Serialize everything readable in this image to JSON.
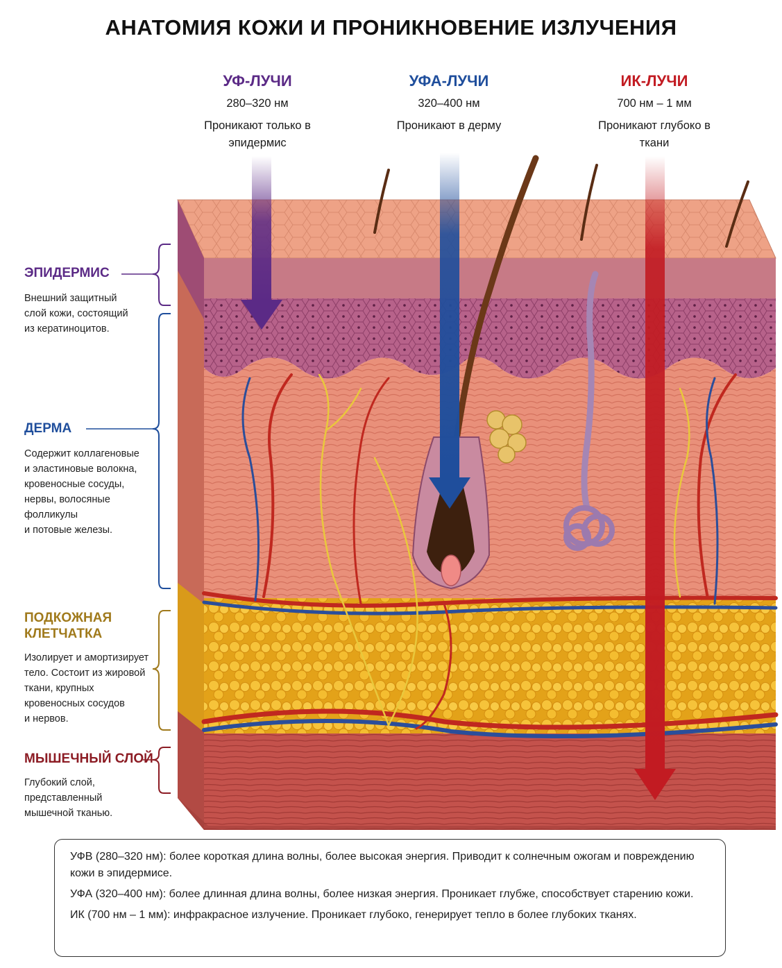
{
  "title": "АНАТОМИЯ КОЖИ И ПРОНИКНОВЕНИЕ ИЗЛУЧЕНИЯ",
  "rays": [
    {
      "name": "УФ-ЛУЧИ",
      "range": "280–320 нм",
      "desc": "Проникают только в эпидермис",
      "color": "#5b2a86"
    },
    {
      "name": "УФА-ЛУЧИ",
      "range": "320–400 нм",
      "desc": "Проникают в дерму",
      "color": "#1f4e9c"
    },
    {
      "name": "ИК-ЛУЧИ",
      "range": "700 нм – 1 мм",
      "desc": "Проникают глубоко в ткани",
      "color": "#c21b22"
    }
  ],
  "layers": [
    {
      "title": "ЭПИДЕРМИС",
      "desc": "Внешний защитный\nслой кожи, состоящий\nиз кератиноцитов.",
      "color": "#5b2a86"
    },
    {
      "title": "ДЕРМА",
      "desc": "Содержит коллагеновые\nи эластиновые волокна,\nкровеносные сосуды,\nнервы, волосяные\nфолликулы\nи потовые железы.",
      "color": "#1f4e9c"
    },
    {
      "title": "ПОДКОЖНАЯ\nКЛЕТЧАТКА",
      "desc": "Изолирует и амортизирует\nтело. Состоит из жировой\nткани, крупных\nкровеносных сосудов\nи нервов.",
      "color": "#a07a1c"
    },
    {
      "title": "МЫШЕЧНЫЙ СЛОЙ",
      "desc": "Глубокий слой,\nпредставленный\nмышечной тканью.",
      "color": "#8c1c24"
    }
  ],
  "notes": [
    "УФВ (280–320 нм): более короткая длина волны, более высокая энергия. Приводит к солнечным ожогам и повреждению кожи в эпидермисе.",
    "УФА (320–400 нм): более длинная длина волны, более низкая энергия. Проникает глубже, способствует старению кожи.",
    "ИК (700 нм – 1 мм): инфракрасное излучение. Проникает глубоко, генерирует тепло в более глубоких тканях."
  ]
}
